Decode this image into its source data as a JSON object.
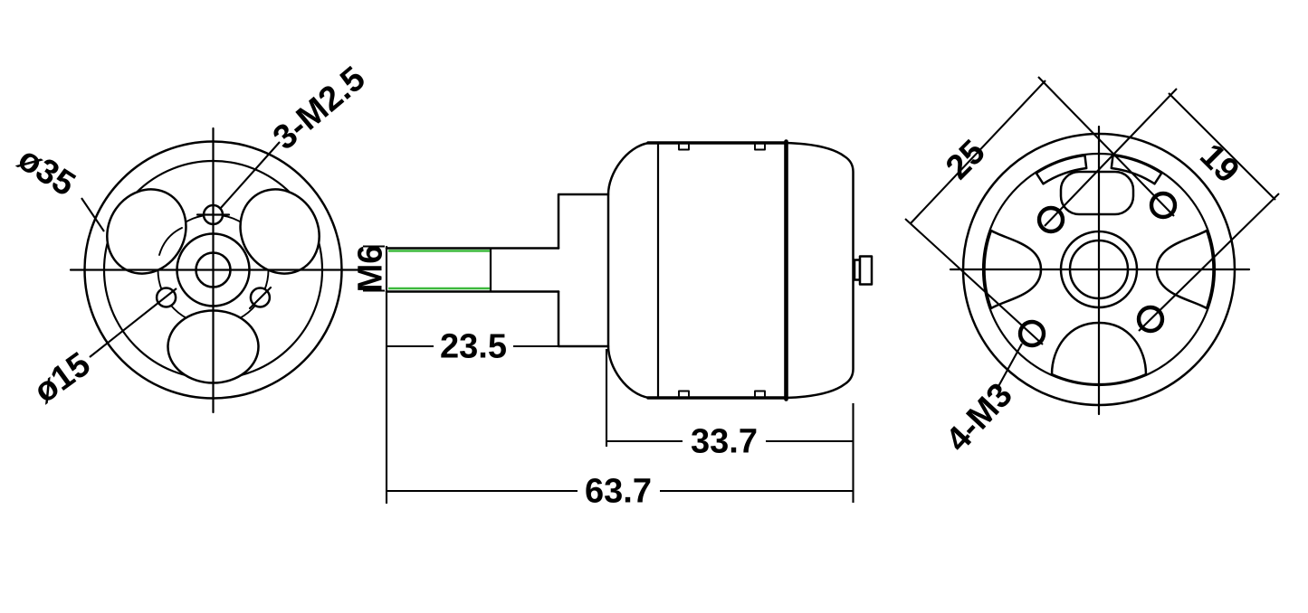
{
  "colors": {
    "line": "#000000",
    "background": "#ffffff",
    "thread_highlight": "#3cb83c"
  },
  "views": {
    "front": {
      "labels": {
        "diameter": "ø35",
        "mount_holes": "3-M2.5",
        "bolt_circle": "ø15"
      }
    },
    "side": {
      "labels": {
        "shaft_thread": "M6",
        "shaft_length": "23.5",
        "body_length": "33.7",
        "overall_length": "63.7"
      }
    },
    "rear": {
      "labels": {
        "hole_spacing_a": "25",
        "hole_spacing_b": "19",
        "rear_holes": "4-M3"
      }
    }
  }
}
